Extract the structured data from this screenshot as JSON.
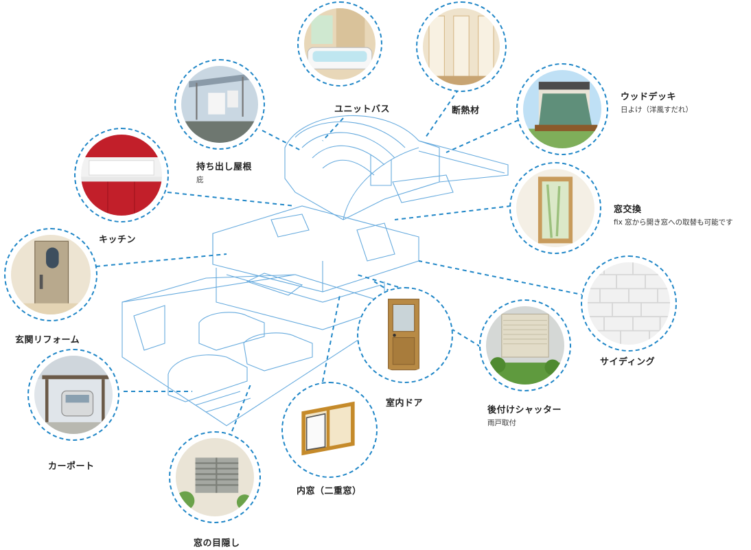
{
  "callouts": [
    {
      "key": "unit_bath",
      "label": "ユニットバス",
      "sub": "",
      "icon": "bathtub-icon"
    },
    {
      "key": "insulation",
      "label": "断熱材",
      "sub": "",
      "icon": "insulation-icon"
    },
    {
      "key": "wood_deck",
      "label": "ウッドデッキ",
      "sub": "日よけ（洋風すだれ）",
      "icon": "wood-deck-icon"
    },
    {
      "key": "window_replace",
      "label": "窓交換",
      "sub": "fix 窓から開き窓への取替も可能です",
      "icon": "window-icon"
    },
    {
      "key": "siding",
      "label": "サイディング",
      "sub": "",
      "icon": "siding-icon"
    },
    {
      "key": "shutter",
      "label": "後付けシャッター",
      "sub": "雨戸取付",
      "icon": "shutter-icon"
    },
    {
      "key": "interior_door",
      "label": "室内ドア",
      "sub": "",
      "icon": "door-icon"
    },
    {
      "key": "inner_window",
      "label": "内窓（二重窓）",
      "sub": "",
      "icon": "double-window-icon"
    },
    {
      "key": "window_screen",
      "label": "窓の目隠し",
      "sub": "",
      "icon": "louver-icon"
    },
    {
      "key": "carport",
      "label": "カーポート",
      "sub": "",
      "icon": "carport-icon"
    },
    {
      "key": "entrance",
      "label": "玄関リフォーム",
      "sub": "",
      "icon": "front-door-icon"
    },
    {
      "key": "kitchen",
      "label": "キッチン",
      "sub": "",
      "icon": "kitchen-icon"
    },
    {
      "key": "roof",
      "label": "持ち出し屋根",
      "sub": "庇",
      "icon": "canopy-roof-icon"
    }
  ],
  "colors": {
    "accent": "#1f86c7",
    "sketch": "#4a9bd8"
  }
}
